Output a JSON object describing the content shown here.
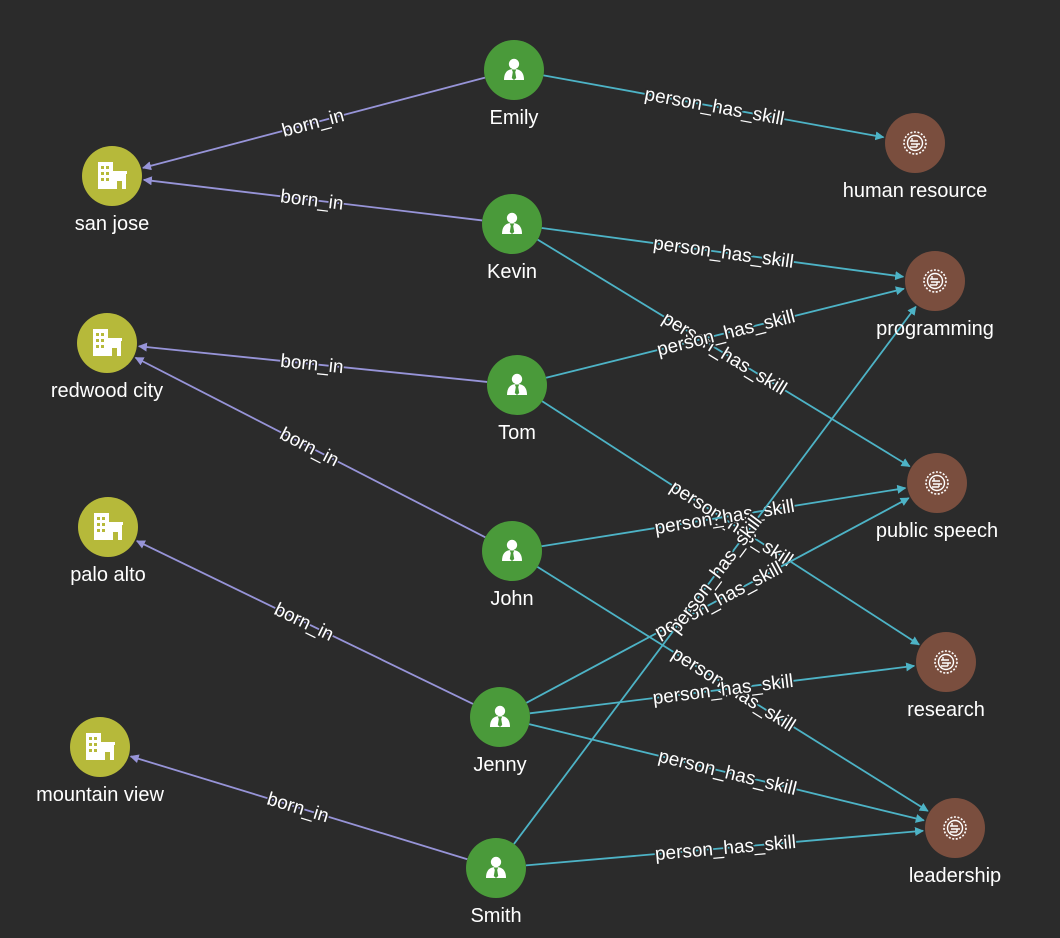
{
  "colors": {
    "background": "#2b2b2b",
    "person_node": "#4a9a3a",
    "city_node": "#b6b93a",
    "skill_node": "#7a4e3e",
    "born_in_edge": "#9794d8",
    "skill_edge": "#4db3c6"
  },
  "icons": {
    "person": "person-icon",
    "city": "building-icon",
    "skill": "brain-icon"
  },
  "nodes": [
    {
      "id": "emily",
      "type": "person",
      "label": "Emily"
    },
    {
      "id": "kevin",
      "type": "person",
      "label": "Kevin"
    },
    {
      "id": "tom",
      "type": "person",
      "label": "Tom"
    },
    {
      "id": "john",
      "type": "person",
      "label": "John"
    },
    {
      "id": "jenny",
      "type": "person",
      "label": "Jenny"
    },
    {
      "id": "smith",
      "type": "person",
      "label": "Smith"
    },
    {
      "id": "san_jose",
      "type": "city",
      "label": "san jose"
    },
    {
      "id": "redwood_city",
      "type": "city",
      "label": "redwood city"
    },
    {
      "id": "palo_alto",
      "type": "city",
      "label": "palo alto"
    },
    {
      "id": "mountain_view",
      "type": "city",
      "label": "mountain view"
    },
    {
      "id": "human_resource",
      "type": "skill",
      "label": "human resource"
    },
    {
      "id": "programming",
      "type": "skill",
      "label": "programming"
    },
    {
      "id": "public_speech",
      "type": "skill",
      "label": "public speech"
    },
    {
      "id": "research",
      "type": "skill",
      "label": "research"
    },
    {
      "id": "leadership",
      "type": "skill",
      "label": "leadership"
    }
  ],
  "edges": [
    {
      "from": "emily",
      "to": "san_jose",
      "label": "born_in"
    },
    {
      "from": "kevin",
      "to": "san_jose",
      "label": "born_in"
    },
    {
      "from": "tom",
      "to": "redwood_city",
      "label": "born_in"
    },
    {
      "from": "john",
      "to": "redwood_city",
      "label": "born_in"
    },
    {
      "from": "jenny",
      "to": "palo_alto",
      "label": "born_in"
    },
    {
      "from": "smith",
      "to": "mountain_view",
      "label": "born_in"
    },
    {
      "from": "emily",
      "to": "human_resource",
      "label": "person_has_skill"
    },
    {
      "from": "kevin",
      "to": "programming",
      "label": "person_has_skill"
    },
    {
      "from": "kevin",
      "to": "public_speech",
      "label": "person_has_skill"
    },
    {
      "from": "tom",
      "to": "programming",
      "label": "person_has_skill"
    },
    {
      "from": "tom",
      "to": "research",
      "label": "person_has_skill"
    },
    {
      "from": "john",
      "to": "public_speech",
      "label": "person_has_skill"
    },
    {
      "from": "john",
      "to": "leadership",
      "label": "person_has_skill"
    },
    {
      "from": "jenny",
      "to": "public_speech",
      "label": "person_has_skill"
    },
    {
      "from": "jenny",
      "to": "research",
      "label": "person_has_skill"
    },
    {
      "from": "jenny",
      "to": "leadership",
      "label": "person_has_skill"
    },
    {
      "from": "smith",
      "to": "programming",
      "label": "person_has_skill"
    },
    {
      "from": "smith",
      "to": "leadership",
      "label": "person_has_skill"
    }
  ]
}
